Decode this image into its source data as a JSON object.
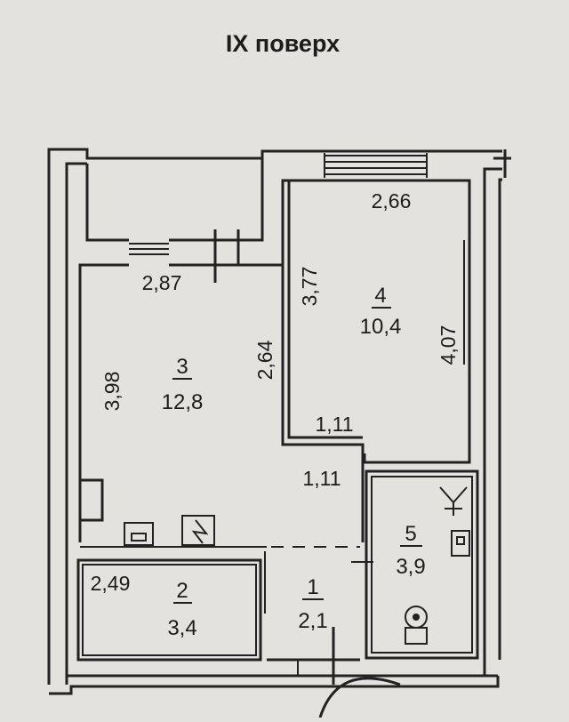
{
  "floor_title": "IX поверх",
  "rooms": [
    {
      "number": "2",
      "area": "3,4"
    },
    {
      "number": "3",
      "area": "12,8"
    },
    {
      "number": "4",
      "area": "10,4"
    },
    {
      "number": "1",
      "area": "2,1"
    },
    {
      "number": "5",
      "area": "3,9"
    }
  ],
  "dimensions": {
    "d_2_87": "2,87",
    "d_2_66": "2,66",
    "d_3_77": "3,77",
    "d_4_07": "4,07",
    "d_3_98": "3,98",
    "d_2_64": "2,64",
    "d_1_11_top": "1,11",
    "d_1_11_bottom": "1,11",
    "d_2_49": "2,49"
  },
  "colors": {
    "background": "#e4e2de",
    "ink": "#222222"
  }
}
